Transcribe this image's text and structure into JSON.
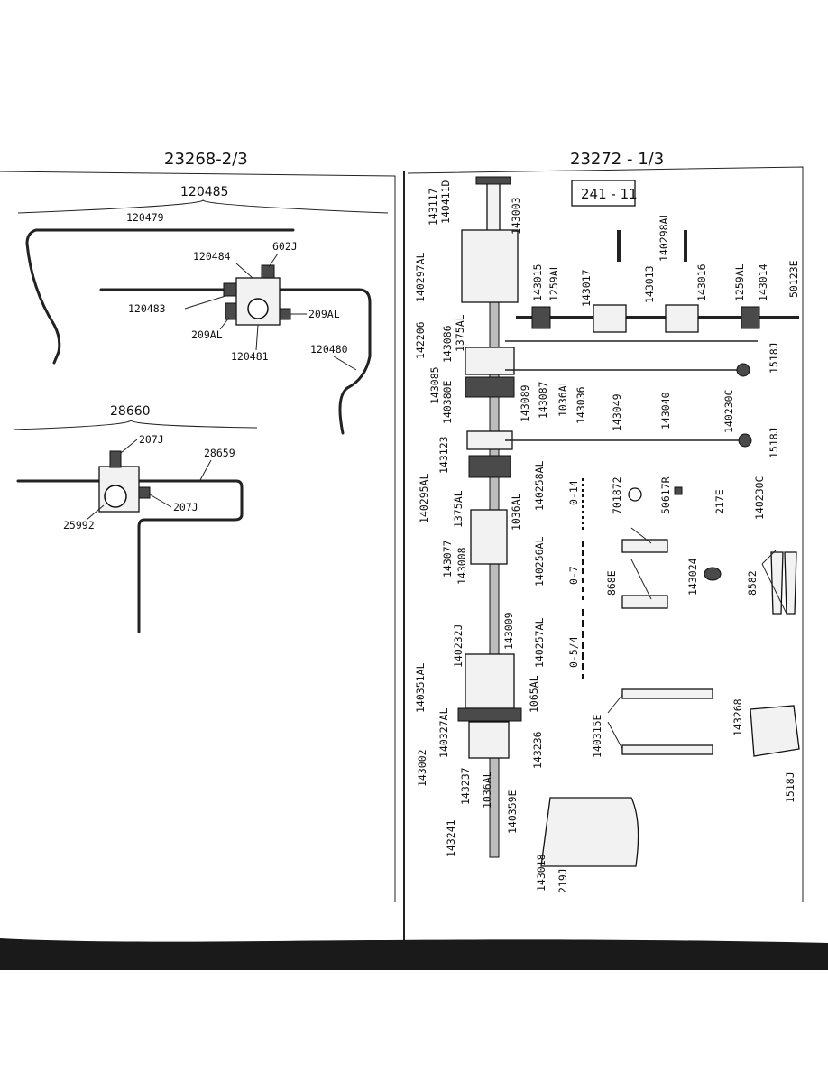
{
  "pages": {
    "left_header": "23268-2/3",
    "right_header": "23272 - 1/3",
    "right_box": "241 - 11"
  },
  "left_upper": {
    "group": "120485",
    "labels": [
      "120479",
      "120484",
      "602J",
      "120483",
      "209AL",
      "209AL",
      "120481",
      "120480"
    ]
  },
  "left_lower": {
    "group": "28660",
    "labels": [
      "207J",
      "28659",
      "25992",
      "207J"
    ]
  },
  "right": {
    "shaft_labels": [
      "140411D",
      "143003",
      "143117",
      "140297AL",
      "142206",
      "143086",
      "1375AL",
      "143085",
      "143089",
      "143087",
      "140380E",
      "1036AL",
      "143036",
      "143123",
      "140295AL",
      "1375AL",
      "1036AL",
      "143077",
      "143008",
      "143009",
      "140232J",
      "1065AL",
      "140351AL",
      "140327AL",
      "143002",
      "143237",
      "1036AL",
      "143236",
      "140359E",
      "143241",
      "143018",
      "219J"
    ],
    "top_right_labels": [
      "140298AL",
      "143015",
      "1259AL",
      "143017",
      "143013",
      "143016",
      "1259AL",
      "143014",
      "50123E",
      "1518J",
      "143040",
      "140230C",
      "143049",
      "1518J",
      "140230C"
    ],
    "misc_labels": [
      "701872",
      "50617R",
      "217E",
      "140258AL",
      "140256AL",
      "140257AL",
      "868E",
      "143024",
      "8582",
      "140315E",
      "143268",
      "1518J"
    ],
    "gauge_labels": [
      "0-14",
      "0-7",
      "0-5/4"
    ]
  },
  "colors": {
    "ink": "#111111",
    "paper": "#ffffff",
    "binding": "#1a1a1a"
  }
}
